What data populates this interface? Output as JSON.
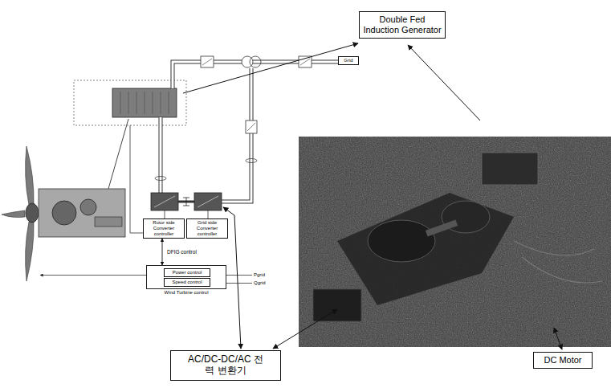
{
  "diagram": {
    "nodes": [
      {
        "text": [
          "Double Fed Induction Generator"
        ]
      },
      {
        "text": [
          "Grid"
        ]
      },
      {
        "text": [
          "Rotor side Converter controller"
        ]
      },
      {
        "text": [
          "Grid side Converter controller"
        ]
      },
      {
        "text": [
          "Wind Turbine control"
        ]
      },
      {
        "text": [
          "Power control"
        ],
        "in": 4
      },
      {
        "text": [
          "Speed control"
        ],
        "in": 4
      },
      {
        "text": [
          "AC/DC-DC/AC 전력 변환기"
        ]
      },
      {
        "text": [
          "DC Motor"
        ]
      }
    ],
    "edges": [
      {
        "from": 2,
        "to": 4,
        "label": "DFIG control",
        "arrow": "both"
      }
    ],
    "labels": [
      "Pgrid",
      "Qgrid"
    ]
  }
}
